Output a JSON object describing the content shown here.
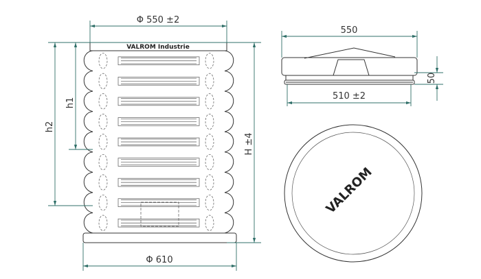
{
  "front_view": {
    "logo_text": "VALROM Industrie",
    "dim_top_diameter": "Φ 550 ±2",
    "dim_bottom_diameter": "Φ 610",
    "dim_h1": "h1",
    "dim_h2": "h2",
    "dim_H": "H  ±4"
  },
  "lid_side_view": {
    "dim_width": "550",
    "dim_height": "50",
    "dim_inner": "510 ±2"
  },
  "lid_top_view": {
    "logo_text": "VALROM"
  },
  "colors": {
    "dimension_line": "#2f6f68",
    "outline": "#333333"
  }
}
